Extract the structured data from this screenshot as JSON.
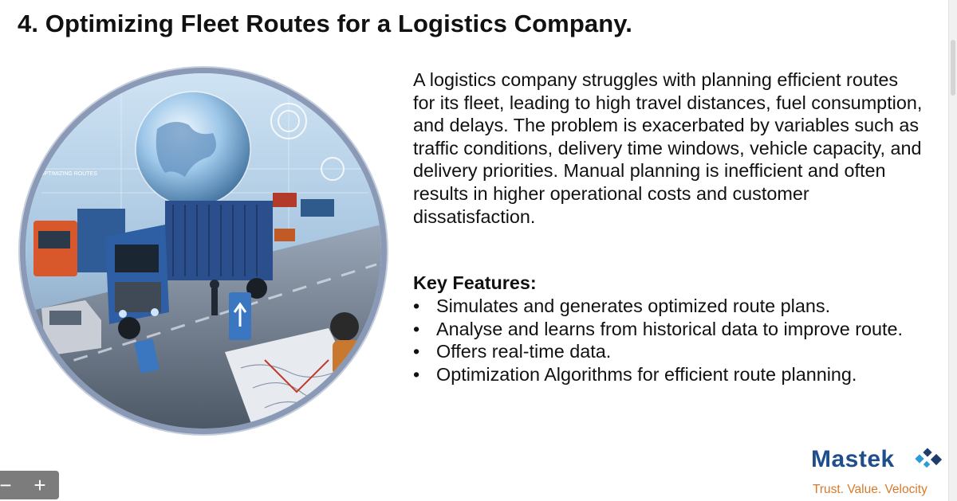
{
  "slide": {
    "title": "4. Optimizing Fleet Routes for a Logistics Company.",
    "intro": "A logistics company struggles with planning efficient routes for its fleet, leading to high travel distances, fuel consumption, and delays. The problem is exacerbated by variables such as traffic conditions, delivery time windows, vehicle capacity, and delivery priorities. Manual planning is inefficient and often results in higher operational costs and customer dissatisfaction.",
    "features_heading": "Key Features:",
    "bullet_symbol": "•",
    "features": [
      "Simulates and generates optimized route plans.",
      "Analyse and learns from historical data to improve route.",
      "Offers real-time data.",
      "Optimization Algorithms for efficient route planning."
    ]
  },
  "illustration": {
    "icon": "logistics-trucks-globe-illustration",
    "overlay_text": "OPTIMIZING ROUTES"
  },
  "logo": {
    "name": "Mastek",
    "tagline": "Trust. Value. Velocity",
    "colors": {
      "word": "#1f4e8c",
      "tagline": "#d77a2b",
      "mark_blue": "#2d9bd4",
      "mark_dark": "#1f3d6b"
    }
  },
  "zoom": {
    "minus_label": "−",
    "plus_label": "+"
  },
  "colors": {
    "text": "#111111",
    "background": "#ffffff",
    "zoom_bg": "#7c7c7c"
  }
}
